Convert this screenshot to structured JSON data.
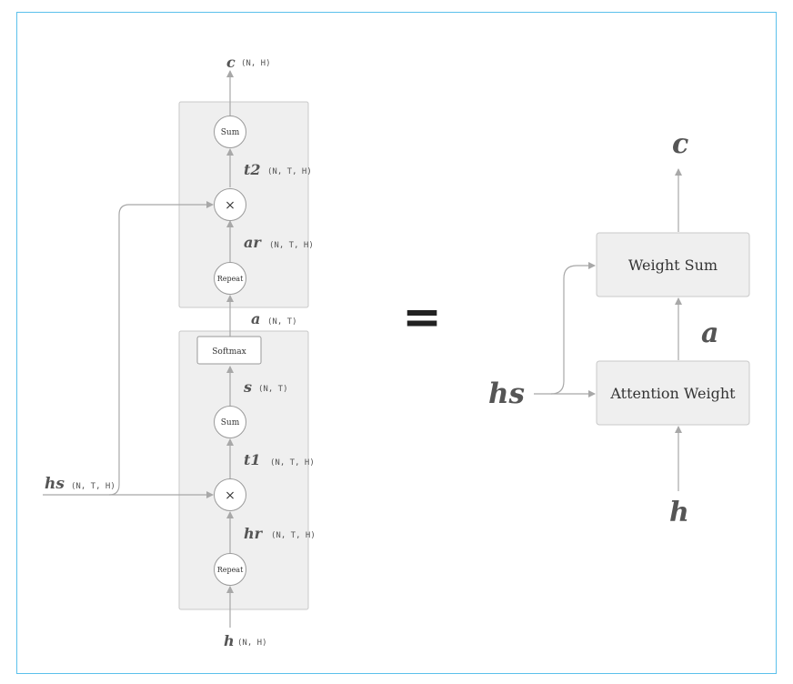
{
  "left": {
    "output_var": "c",
    "output_dim": "(N, H)",
    "sum_top": "Sum",
    "t2_var": "t2",
    "t2_dim": "(N, T, H)",
    "multiply_top": "×",
    "ar_var": "ar",
    "ar_dim": "(N, T, H)",
    "repeat_top": "Repeat",
    "a_var": "a",
    "a_dim": "(N, T)",
    "softmax": "Softmax",
    "s_var": "s",
    "s_dim": "(N, T)",
    "sum_bottom": "Sum",
    "t1_var": "t1",
    "t1_dim": "(N, T, H)",
    "multiply_bottom": "×",
    "hr_var": "hr",
    "hr_dim": "(N, T, H)",
    "repeat_bottom": "Repeat",
    "h_var": "h",
    "h_dim": "(N, H)",
    "hs_var": "hs",
    "hs_dim": "(N, T, H)"
  },
  "equals": "=",
  "right": {
    "c_var": "c",
    "weight_sum": "Weight Sum",
    "a_var": "a",
    "hs_var": "hs",
    "attention_weight": "Attention Weight",
    "h_var": "h"
  }
}
